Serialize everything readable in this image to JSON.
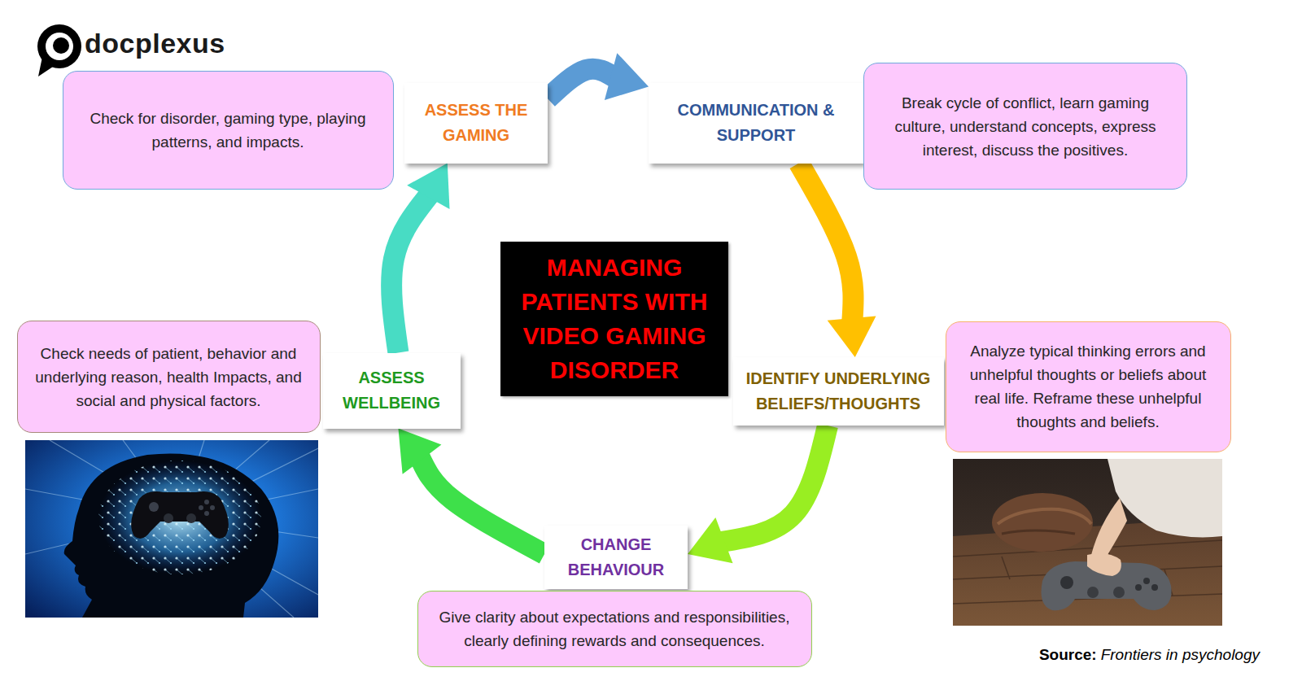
{
  "diagram": {
    "title": "MANAGING PATIENTS WITH VIDEO GAMING DISORDER",
    "nodes": [
      {
        "text": [
          "ASSESS THE GAMING"
        ]
      },
      {
        "text": [
          "Check for disorder, gaming type, playing patterns, and impacts."
        ]
      },
      {
        "text": [
          "COMMUNICATION & SUPPORT"
        ]
      },
      {
        "text": [
          "Break cycle of conflict, learn gaming culture, understand concepts, express interest, discuss the positives."
        ]
      },
      {
        "text": [
          "IDENTIFY UNDERLYING BELIEFS/THOUGHTS"
        ]
      },
      {
        "text": [
          "Analyze typical thinking errors and unhelpful thoughts or beliefs about real life. Reframe these unhelpful thoughts and beliefs."
        ]
      },
      {
        "text": [
          "CHANGE BEHAVIOUR"
        ]
      },
      {
        "text": [
          "Give clarity about expectations and responsibilities, clearly defining rewards and consequences."
        ]
      },
      {
        "text": [
          "ASSESS WELLBEING"
        ]
      },
      {
        "text": [
          "Check needs of patient, behavior and underlying reason, health Impacts, and social and physical factors."
        ]
      }
    ],
    "edges": [
      {
        "from": 0,
        "to": 2,
        "arrow": "to"
      },
      {
        "from": 2,
        "to": 4,
        "arrow": "to"
      },
      {
        "from": 4,
        "to": 6,
        "arrow": "to"
      },
      {
        "from": 6,
        "to": 8,
        "arrow": "to"
      },
      {
        "from": 8,
        "to": 0,
        "arrow": "to"
      }
    ],
    "labels": [
      "docplexus",
      "Source:",
      "Frontiers in psychology"
    ]
  }
}
